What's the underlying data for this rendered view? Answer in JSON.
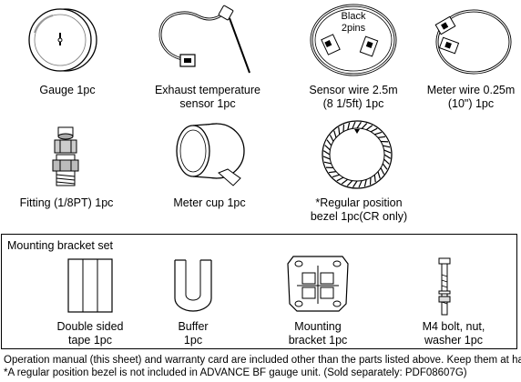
{
  "items": {
    "gauge": "Gauge 1pc",
    "exhaust": [
      "Exhaust temperature",
      "sensor 1pc"
    ],
    "sensor_wire": [
      "Sensor wire 2.5m",
      "(8 1/5ft) 1pc"
    ],
    "sensor_wire_label": [
      "Black",
      "2pins"
    ],
    "meter_wire": [
      "Meter wire 0.25m",
      "(10\") 1pc"
    ],
    "fitting": "Fitting (1/8PT) 1pc",
    "meter_cup": "Meter cup 1pc",
    "bezel": [
      "*Regular position",
      "bezel 1pc(CR only)"
    ]
  },
  "bracket_set": {
    "title": "Mounting bracket set",
    "tape": [
      "Double sided",
      "tape 1pc"
    ],
    "buffer": [
      "Buffer",
      "1pc"
    ],
    "bracket": [
      "Mounting",
      "bracket 1pc"
    ],
    "bolt": [
      "M4 bolt, nut,",
      "washer 1pc"
    ]
  },
  "notes": [
    "Operation manual (this sheet) and warranty card are included other than the parts listed above.  Keep them at hand.",
    "*A regular position bezel is not included in ADVANCE BF gauge unit. (Sold separately: PDF08607G)"
  ]
}
